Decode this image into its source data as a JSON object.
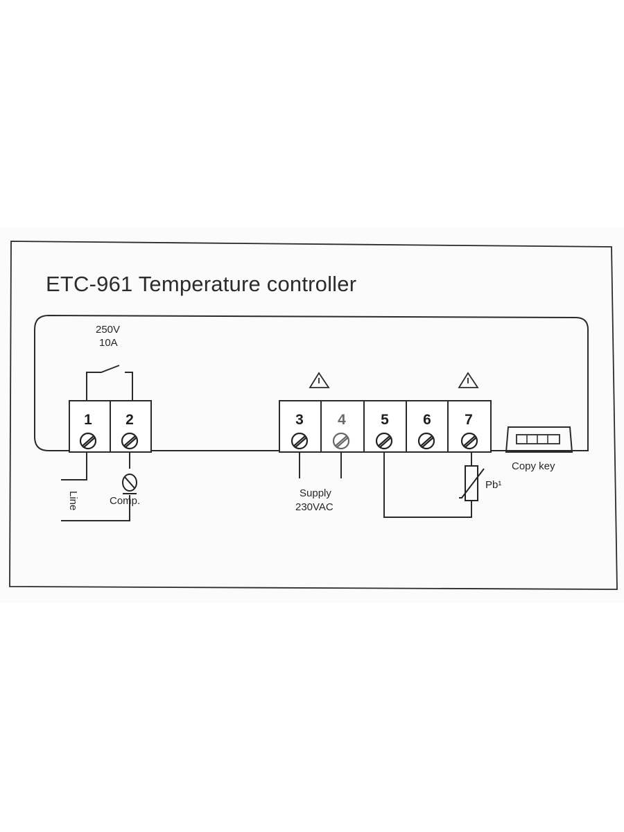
{
  "title": "ETC-961 Temperature controller",
  "relay_rating": {
    "voltage": "250V",
    "current": "10A"
  },
  "terminals": [
    {
      "number": "1"
    },
    {
      "number": "2"
    },
    {
      "number": "3"
    },
    {
      "number": "4"
    },
    {
      "number": "5"
    },
    {
      "number": "6"
    },
    {
      "number": "7"
    }
  ],
  "labels": {
    "line": "Line",
    "comp": "Comp.",
    "supply": "Supply",
    "supply_voltage": "230VAC",
    "probe": "Pb¹",
    "copy_key": "Copy key"
  },
  "icons": [
    "warning-icon",
    "warning-icon",
    "compressor-icon",
    "thermistor-icon",
    "copy-key-port-icon",
    "relay-switch-icon"
  ],
  "colors": {
    "ink": "#2a2a2a",
    "paper": "#fbfbfb"
  }
}
